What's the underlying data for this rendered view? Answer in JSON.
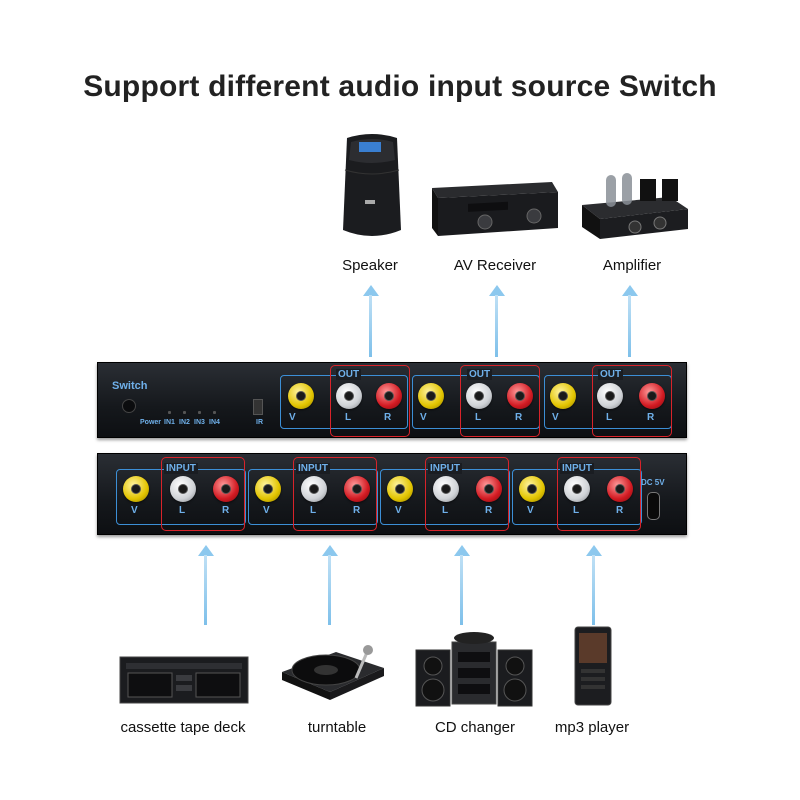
{
  "title": "Support different audio input source Switch",
  "outputs": [
    "Speaker",
    "AV Receiver",
    "Amplifier"
  ],
  "inputs": [
    "cassette tape deck",
    "turntable",
    "CD changer",
    "mp3 player"
  ],
  "front_panel": {
    "brand": "Switch",
    "power": "Power",
    "in_labels": [
      "IN1",
      "IN2",
      "IN3",
      "IN4"
    ],
    "ir": "IR"
  },
  "out_group_label": "OUT",
  "in_group_label": "INPUT",
  "port_labels": {
    "v": "V",
    "l": "L",
    "r": "R"
  },
  "dc_label": "DC 5V",
  "colors": {
    "arrow": "#8cc8ee",
    "highlight": "#d8232a",
    "panel_label": "#6fb0ea"
  }
}
